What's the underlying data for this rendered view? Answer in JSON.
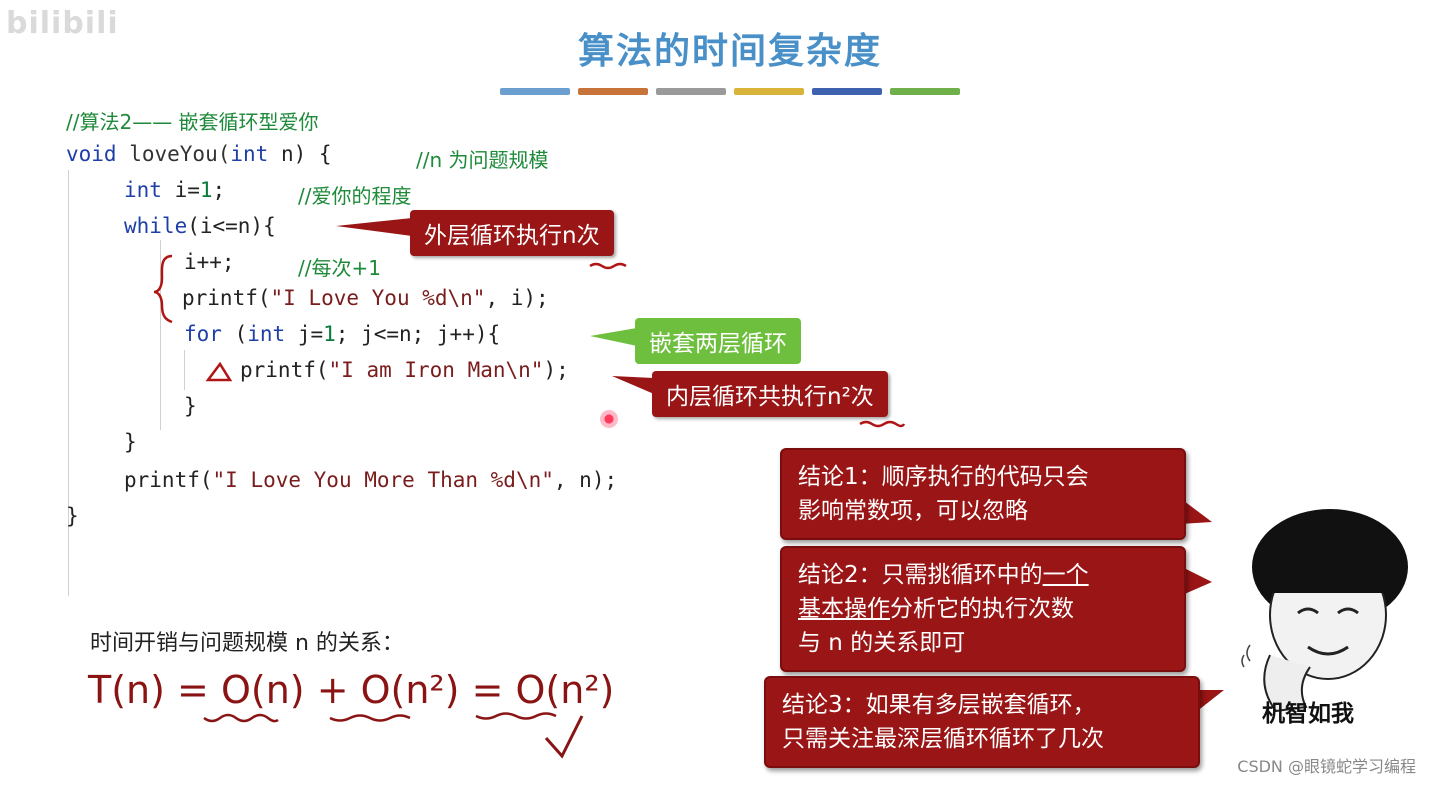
{
  "watermark": "bilibili",
  "title": "算法的时间复杂度",
  "color_bars": [
    "#6a9fd0",
    "#c8733a",
    "#9a9a9a",
    "#d8b43a",
    "#3e62b0",
    "#6fb04a"
  ],
  "code": {
    "comment_title": "//算法2—— 嵌套循环型爱你",
    "line1_void": "void",
    "line1_sig": " loveYou(",
    "line1_int": "int",
    "line1_rest": " n) {",
    "line1_comment": "//n 为问题规模",
    "line2_int": "int",
    "line2_rest": " i=",
    "line2_num": "1",
    "line2_semi": ";",
    "line2_comment": "//爱你的程度",
    "line3_while": "while",
    "line3_rest": "(i<=n){",
    "line4": "i++;",
    "line4_comment": "//每次+1",
    "line5_fn": "printf(",
    "line5_str": "\"I Love You %d\\n\"",
    "line5_rest": ", i);",
    "line6_for": "for",
    "line6_open": " (",
    "line6_int": "int",
    "line6_rest_a": " j=",
    "line6_num": "1",
    "line6_rest_b": "; j<=n; j++){",
    "line7_fn": "printf(",
    "line7_str": "\"I am Iron Man\\n\"",
    "line7_rest": ");",
    "line8": "}",
    "line9": "}",
    "line10_fn": "printf(",
    "line10_str": "\"I Love You More Than %d\\n\"",
    "line10_rest": ", n);",
    "line11": "}"
  },
  "callouts": {
    "outer": "外层循环执行n次",
    "nested": "嵌套两层循环",
    "inner": "内层循环共执行n²次"
  },
  "relation_label": "时间开销与问题规模 n 的关系：",
  "formula": {
    "tn": "T(n) = ",
    "on": "O(n)",
    "plus": " + ",
    "on2a": "O(n²)",
    "eq": " = ",
    "on2b": "O(n²)"
  },
  "conclusions": {
    "c1_line1": "结论1：顺序执行的代码只会",
    "c1_line2": "影响常数项，可以忽略",
    "c2_line1_a": "结论2：只需挑循环中的",
    "c2_line1_u": "一个",
    "c2_line2_u": "基本操作",
    "c2_line2_b": "分析它的执行次数",
    "c2_line3": "与 n 的关系即可",
    "c3_line1": "结论3：如果有多层嵌套循环，",
    "c3_line2": "只需关注最深层循环循环了几次"
  },
  "meme_caption": "机智如我",
  "csdn_watermark": "CSDN @眼镜蛇学习编程"
}
